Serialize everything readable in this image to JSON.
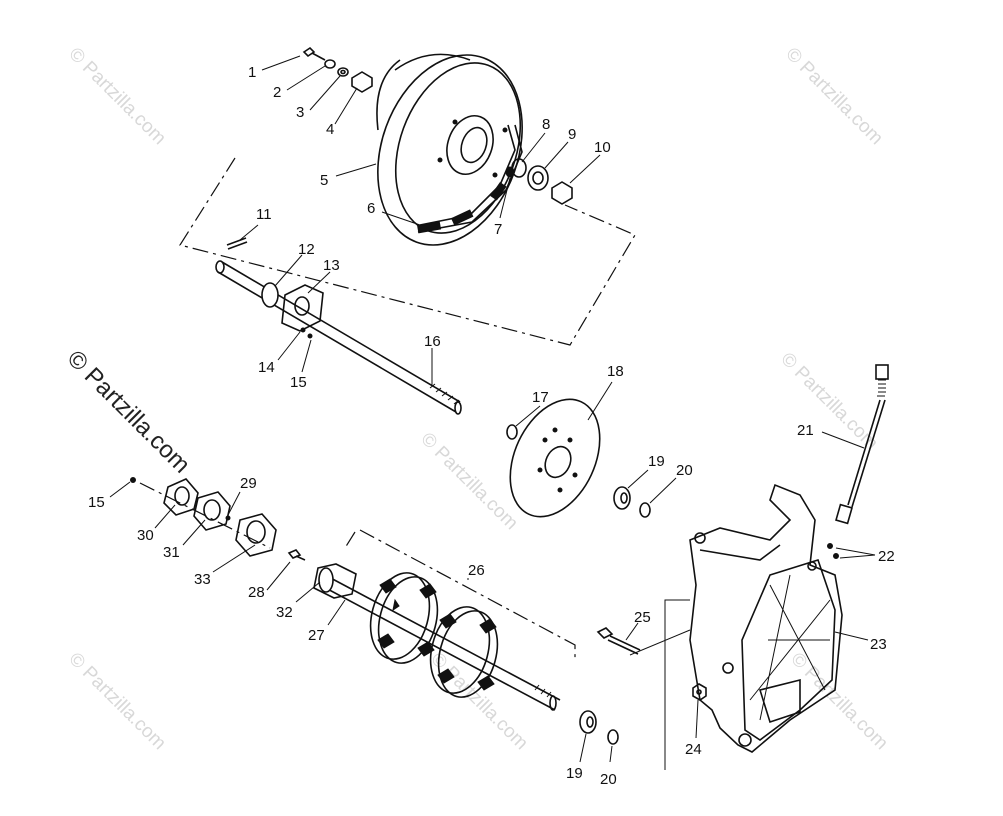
{
  "watermarks": {
    "small": "© Partzilla.com",
    "large": "© Partzilla.com"
  },
  "callouts": [
    {
      "id": "c1",
      "text": "1"
    },
    {
      "id": "c2",
      "text": "2"
    },
    {
      "id": "c3",
      "text": "3"
    },
    {
      "id": "c4",
      "text": "4"
    },
    {
      "id": "c5",
      "text": "5"
    },
    {
      "id": "c6",
      "text": "6"
    },
    {
      "id": "c7",
      "text": "7"
    },
    {
      "id": "c8",
      "text": "8"
    },
    {
      "id": "c9",
      "text": "9"
    },
    {
      "id": "c10",
      "text": "10"
    },
    {
      "id": "c11",
      "text": "11"
    },
    {
      "id": "c12",
      "text": "12"
    },
    {
      "id": "c13",
      "text": "13"
    },
    {
      "id": "c14",
      "text": "14"
    },
    {
      "id": "c15a",
      "text": "15"
    },
    {
      "id": "c15b",
      "text": "15"
    },
    {
      "id": "c16",
      "text": "16"
    },
    {
      "id": "c17",
      "text": "17"
    },
    {
      "id": "c18",
      "text": "18"
    },
    {
      "id": "c19a",
      "text": "19"
    },
    {
      "id": "c19b",
      "text": "19"
    },
    {
      "id": "c20a",
      "text": "20"
    },
    {
      "id": "c20b",
      "text": "20"
    },
    {
      "id": "c21",
      "text": "21"
    },
    {
      "id": "c22",
      "text": "22"
    },
    {
      "id": "c23",
      "text": "23"
    },
    {
      "id": "c24",
      "text": "24"
    },
    {
      "id": "c25",
      "text": "25"
    },
    {
      "id": "c26",
      "text": "26"
    },
    {
      "id": "c27",
      "text": "27"
    },
    {
      "id": "c28",
      "text": "28"
    },
    {
      "id": "c29",
      "text": "29"
    },
    {
      "id": "c30",
      "text": "30"
    },
    {
      "id": "c31",
      "text": "31"
    },
    {
      "id": "c32",
      "text": "32"
    },
    {
      "id": "c33",
      "text": "33"
    }
  ]
}
